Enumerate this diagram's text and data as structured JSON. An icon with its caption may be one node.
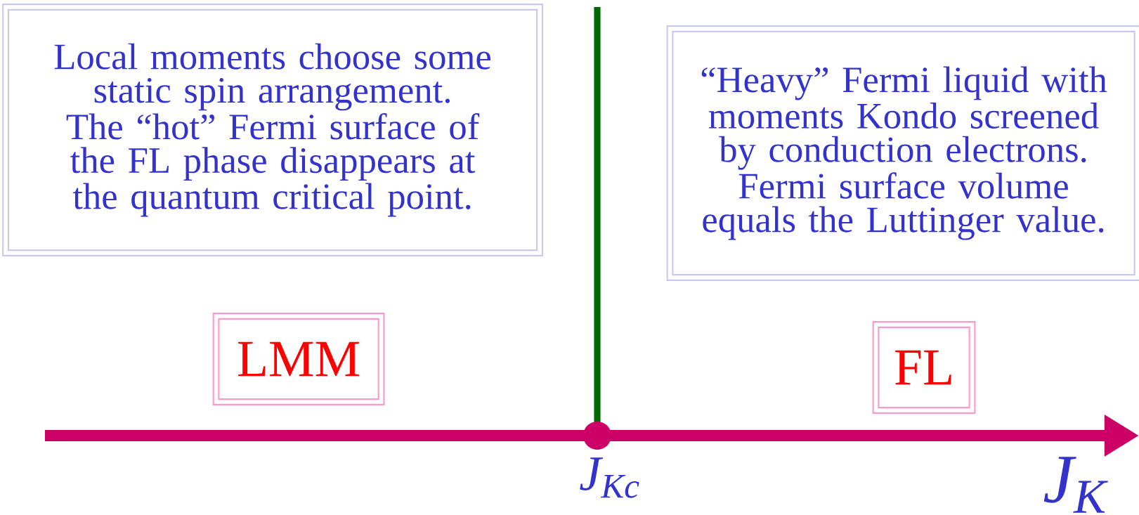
{
  "diagram": {
    "nodes": [
      {
        "text": [
          "Local moments choose some static spin arrangement. The “hot” Fermi surface of the FL phase disappears at the quantum critical point."
        ]
      },
      {
        "text": [
          "“Heavy” Fermi liquid with moments Kondo screened by conduction electrons. Fermi surface volume equals the Luttinger value."
        ]
      },
      {
        "text": [
          "LMM"
        ]
      },
      {
        "text": [
          "FL"
        ]
      }
    ],
    "labels": [
      "J$_{Kc}$",
      "J$_{K}$"
    ]
  }
}
